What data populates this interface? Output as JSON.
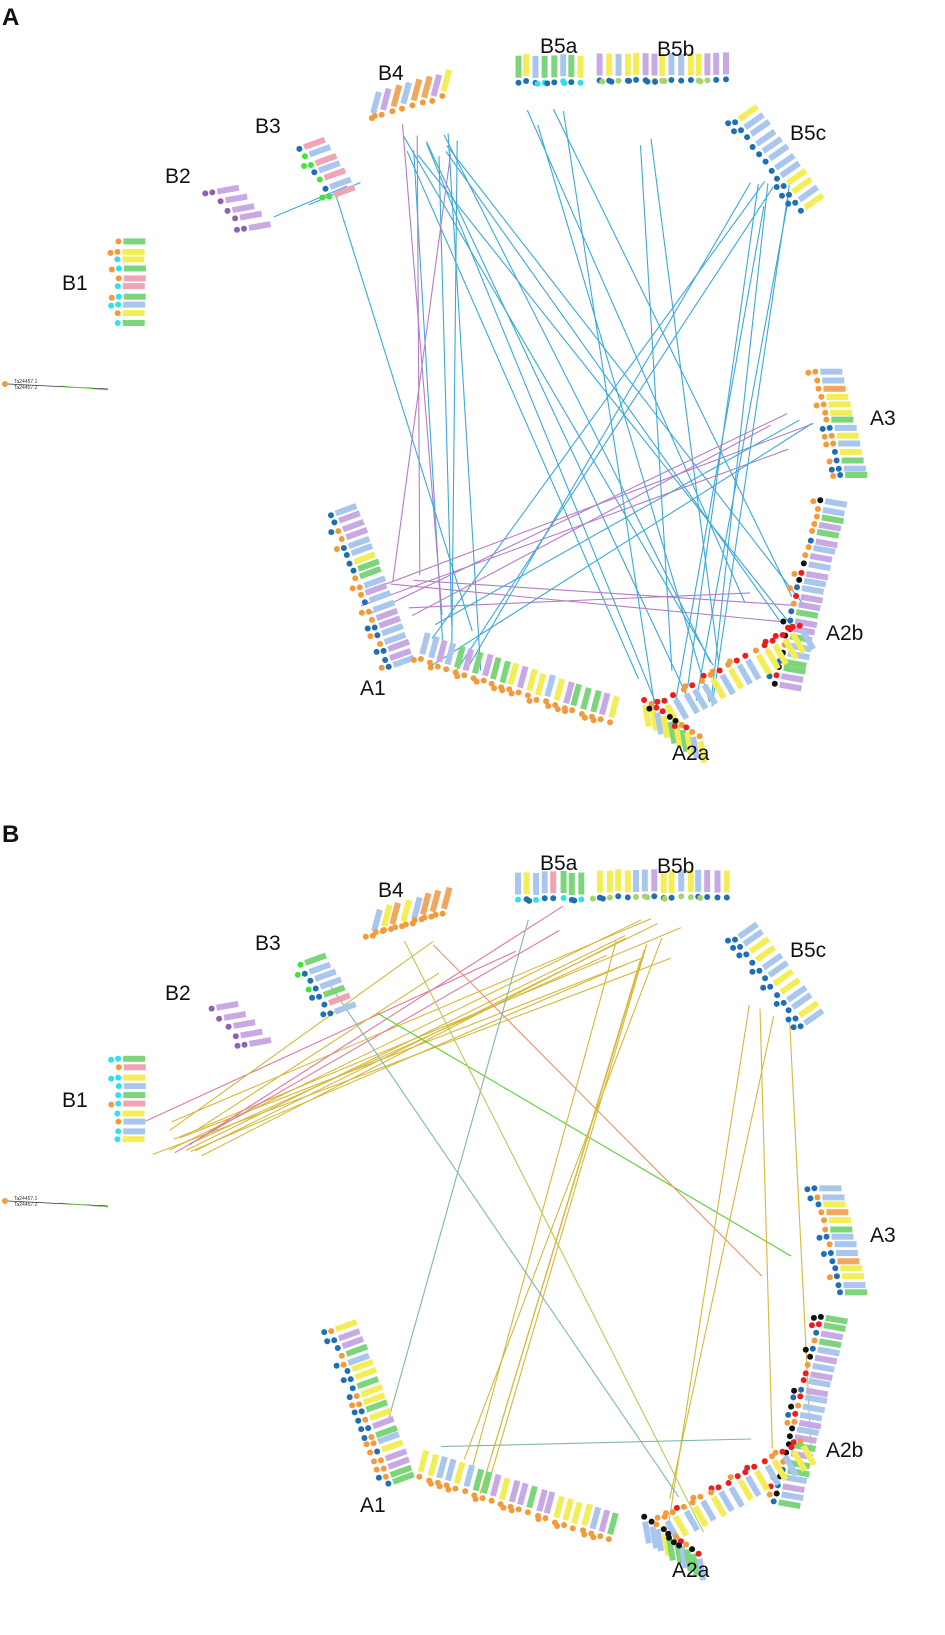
{
  "panels": [
    {
      "letter": "A",
      "clades": [
        "B1",
        "B2",
        "B3",
        "B4",
        "B5a",
        "B5b",
        "B5c",
        "A3",
        "A2b",
        "A2a",
        "A1"
      ],
      "link_colors": [
        "#3aa9d8",
        "#b47cc7"
      ],
      "outgroup": [
        "Ta24457.1",
        "Ta24457.2"
      ]
    },
    {
      "letter": "B",
      "clades": [
        "B1",
        "B2",
        "B3",
        "B4",
        "B5a",
        "B5b",
        "B5c",
        "A3",
        "A2b",
        "A2a",
        "A1"
      ],
      "link_colors": [
        "#d6b83a",
        "#e07a9e",
        "#7fb8a8",
        "#59d12e",
        "#e8956a",
        "#b6cc4f"
      ],
      "outgroup": [
        "Ta24457.1",
        "Ta24457.2"
      ]
    }
  ],
  "colors": {
    "dot_orange": "#f39a3a",
    "dot_cyan": "#2fe0ee",
    "dot_blue": "#1f6fb5",
    "dot_red": "#ee1c1c",
    "dot_black": "#111111",
    "dot_purple": "#8c61b3",
    "dot_green": "#3ee53a",
    "dot_lightgreen": "#a6d36a",
    "lab_blue": "#a9c7ee",
    "lab_purple": "#c9a9e4",
    "lab_yellow": "#f3ee58",
    "lab_green": "#7cd57a",
    "lab_pink": "#f0a5b5",
    "lab_orange": "#f0a860"
  }
}
